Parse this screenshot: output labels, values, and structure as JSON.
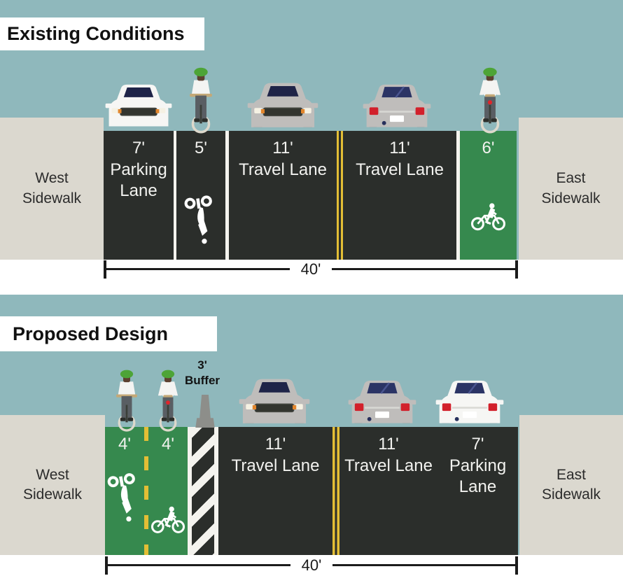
{
  "colors": {
    "sky": "#8FB8BC",
    "sidewalk": "#DBD8CF",
    "road": "#2B2E2B",
    "bike_lane_green": "#36894E",
    "lane_line_white": "#F4F3EE",
    "center_line_yellow": "#E3BE35",
    "dimension_line": "#1B1B1B"
  },
  "existing": {
    "title": "Existing Conditions",
    "west_sidewalk": "West Sidewalk",
    "east_sidewalk": "East Sidewalk",
    "roadway_total": "40'",
    "lanes": [
      {
        "width": "7'",
        "name": "Parking Lane"
      },
      {
        "width": "5'",
        "marking": "bike-pavement-marking"
      },
      {
        "width": "11'",
        "name": "Travel Lane"
      },
      {
        "width": "11'",
        "name": "Travel Lane"
      },
      {
        "width": "6'",
        "marking": "bike-rider-marking"
      }
    ]
  },
  "proposed": {
    "title": "Proposed Design",
    "west_sidewalk": "West Sidewalk",
    "east_sidewalk": "East Sidewalk",
    "roadway_total": "40'",
    "buffer": {
      "width": "3'",
      "label": "Buffer"
    },
    "lanes": [
      {
        "width": "4'",
        "marking": "bike-pavement-marking"
      },
      {
        "width": "4'",
        "marking": "bike-rider-marking"
      },
      {
        "width": "11'",
        "name": "Travel Lane"
      },
      {
        "width": "11'",
        "name": "Travel Lane"
      },
      {
        "width": "7'",
        "name": "Parking Lane"
      }
    ]
  }
}
